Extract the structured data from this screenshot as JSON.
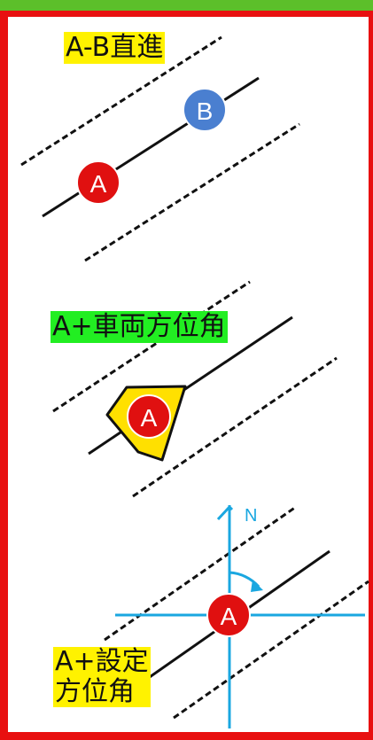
{
  "panels": [
    {
      "title": "A-B直進",
      "point_a": "A",
      "point_b": "B",
      "title_bg": "#fff200"
    },
    {
      "title": "A+車両方位角",
      "point_a": "A",
      "title_bg": "#22ee22"
    },
    {
      "title_line1": "A+設定",
      "title_line2": "方位角",
      "point_a": "A",
      "north": "N",
      "title_bg": "#fff200"
    }
  ],
  "colors": {
    "frame": "#e81010",
    "top_bar": "#5cbf2a",
    "point_a": "#e01010",
    "point_b": "#4a7fd0",
    "vehicle": "#ffe000",
    "compass": "#1aa7e0"
  }
}
